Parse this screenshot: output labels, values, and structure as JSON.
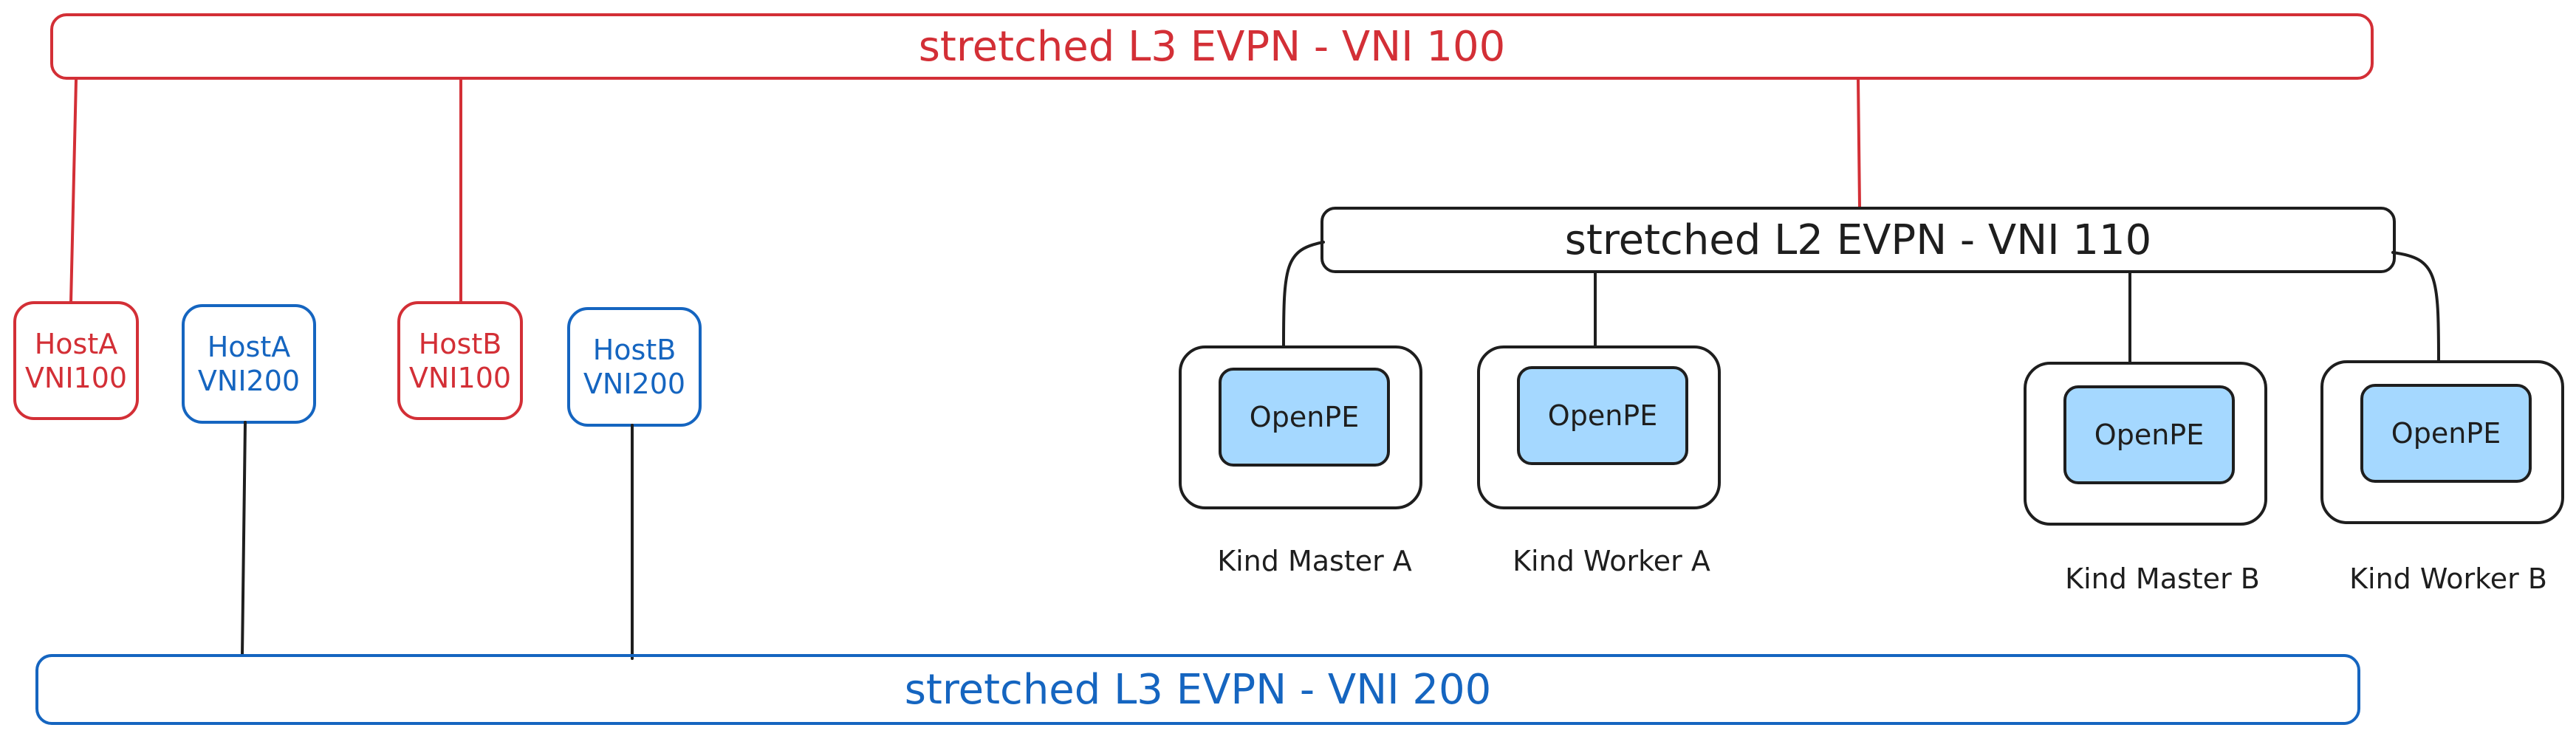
{
  "colors": {
    "red": "#d32f36",
    "blue": "#1565c0",
    "black": "#1e1e1e",
    "pe_fill": "#a5d8ff"
  },
  "buses": {
    "l3_vni100": "stretched L3 EVPN - VNI 100",
    "l2_vni110": "stretched L2 EVPN - VNI 110",
    "l3_vni200": "stretched L3 EVPN - VNI 200"
  },
  "hosts": [
    {
      "name": "HostA",
      "vni": "VNI100",
      "color": "red"
    },
    {
      "name": "HostA",
      "vni": "VNI200",
      "color": "blue"
    },
    {
      "name": "HostB",
      "vni": "VNI100",
      "color": "red"
    },
    {
      "name": "HostB",
      "vni": "VNI200",
      "color": "blue"
    }
  ],
  "kind_nodes": [
    {
      "label": "Kind Master A",
      "pe": "OpenPE"
    },
    {
      "label": "Kind Worker A",
      "pe": "OpenPE"
    },
    {
      "label": "Kind Master B",
      "pe": "OpenPE"
    },
    {
      "label": "Kind Worker B",
      "pe": "OpenPE"
    }
  ]
}
